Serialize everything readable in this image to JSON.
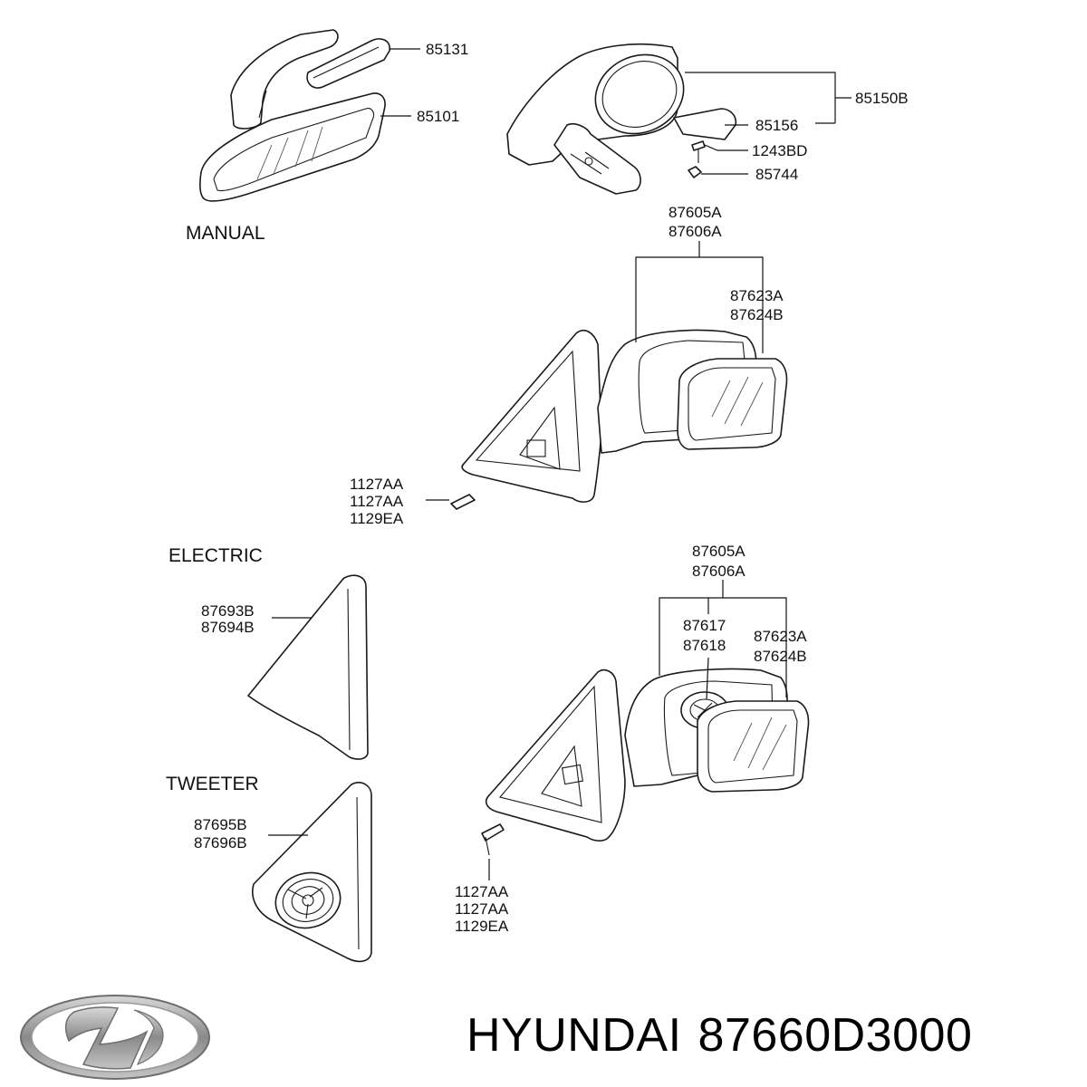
{
  "sections": {
    "manual": "MANUAL",
    "electric": "ELECTRIC",
    "tweeter": "TWEETER"
  },
  "labels": {
    "p85131": "85131",
    "p85101": "85101",
    "p85150b": "85150B",
    "p85156": "85156",
    "p1243bd": "1243BD",
    "p85744": "85744",
    "m_87605a": "87605A",
    "m_87606a": "87606A",
    "m_87623a": "87623A",
    "m_87624b": "87624B",
    "m_1127aa_1": "1127AA",
    "m_1127aa_2": "1127AA",
    "m_1129ea": "1129EA",
    "t_87693b": "87693B",
    "t_87694b": "87694B",
    "t_87695b": "87695B",
    "t_87696b": "87696B",
    "e_87605a": "87605A",
    "e_87606a": "87606A",
    "e_87617": "87617",
    "e_87618": "87618",
    "e_87623a": "87623A",
    "e_87624b": "87624B",
    "e_1127aa_1": "1127AA",
    "e_1127aa_2": "1127AA",
    "e_1129ea": "1129EA"
  },
  "caption": {
    "brand": "HYUNDAI",
    "part_number": "87660D3000"
  },
  "logo": {
    "icon": "hyundai-logo-icon",
    "color": "#9a9a9a"
  }
}
